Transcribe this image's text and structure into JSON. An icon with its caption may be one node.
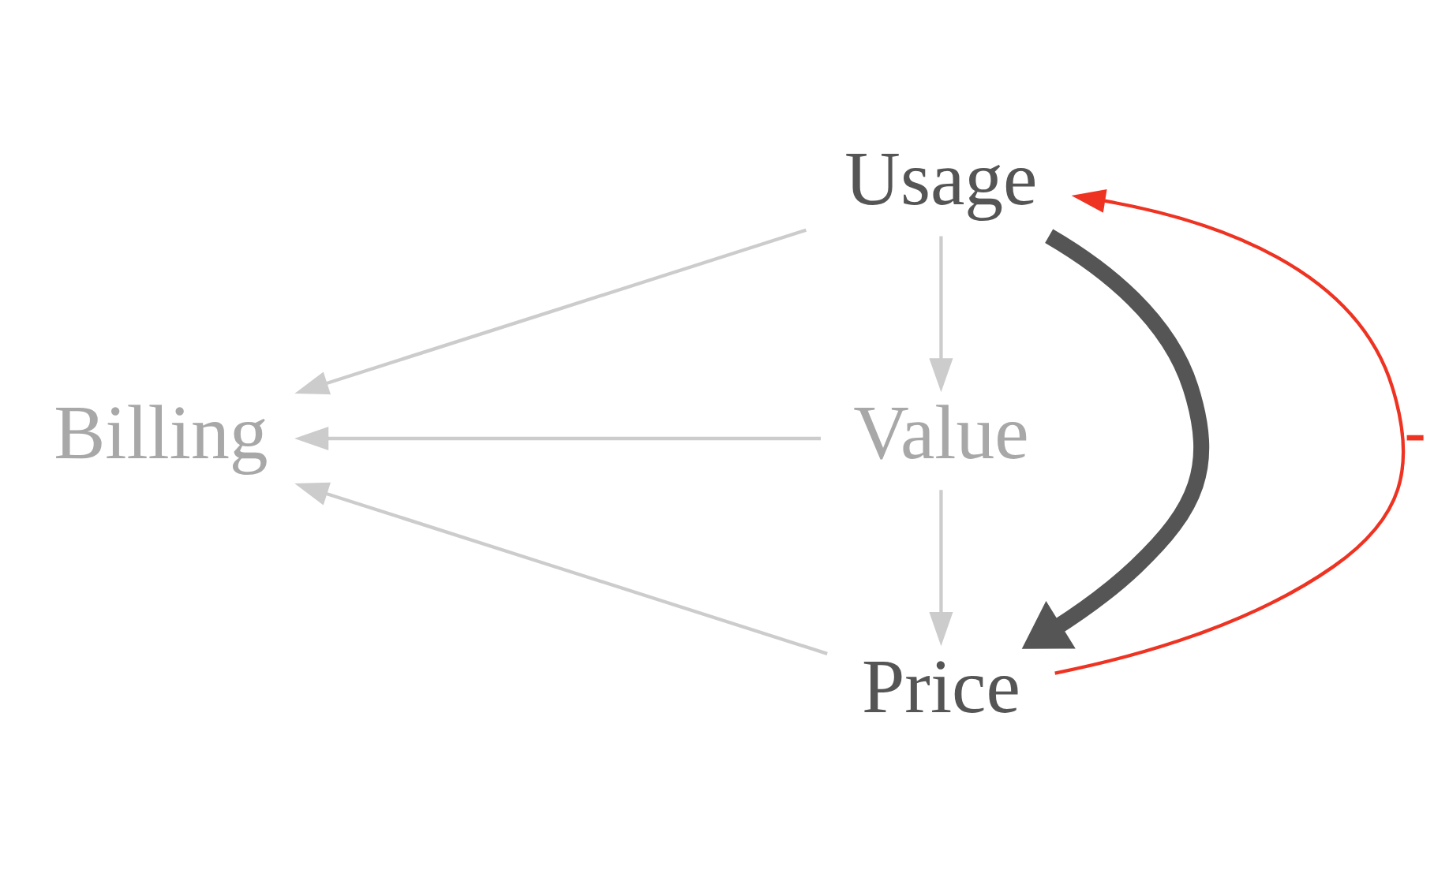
{
  "diagram": {
    "nodes": [
      {
        "text": [
          "Usage"
        ]
      },
      {
        "text": [
          "Billing"
        ]
      },
      {
        "text": [
          "Value"
        ]
      },
      {
        "text": [
          "Price"
        ]
      }
    ],
    "edges": [
      {
        "from": 0,
        "to": 1,
        "arrow": "to"
      },
      {
        "from": 0,
        "to": 2,
        "arrow": "to"
      },
      {
        "from": 2,
        "to": 1,
        "arrow": "to"
      },
      {
        "from": 0,
        "to": 3,
        "arrow": "to",
        "style": "thick",
        "color": "#555555"
      },
      {
        "from": 3,
        "to": 1,
        "arrow": "to"
      },
      {
        "from": 2,
        "to": 3,
        "arrow": "to"
      },
      {
        "from": 3,
        "to": 0,
        "arrow": "to",
        "label": "-",
        "color": "#ee3322"
      }
    ]
  }
}
